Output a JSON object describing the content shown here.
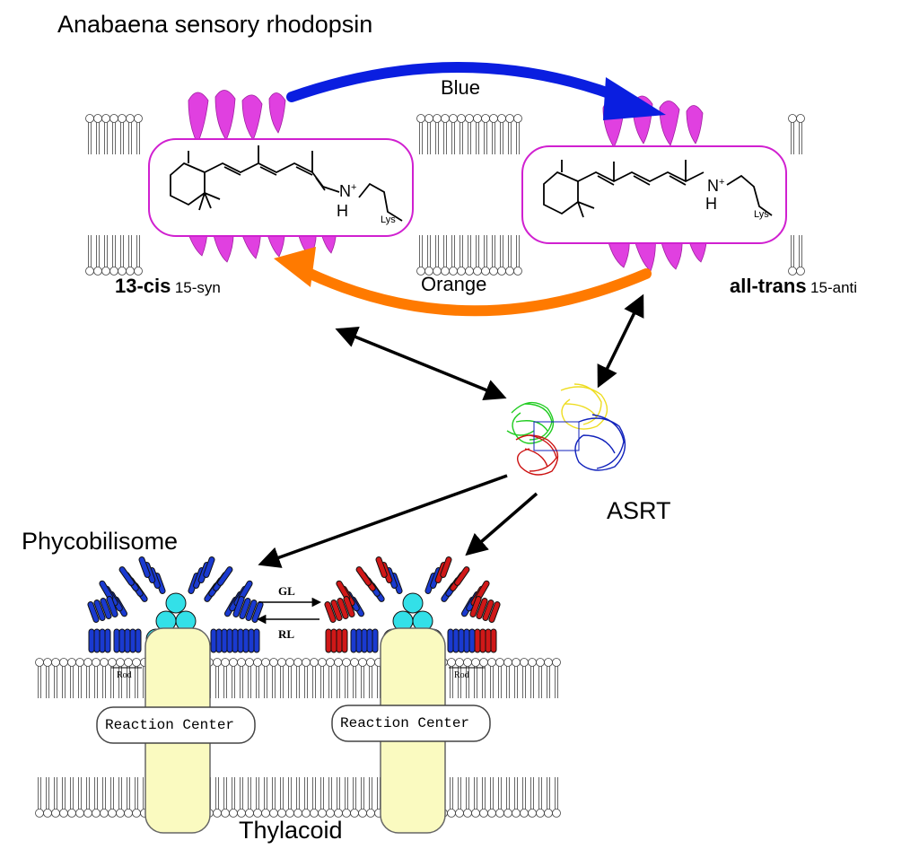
{
  "title": "Anabaena sensory rhodopsin",
  "light_blue": "Blue",
  "light_orange": "Orange",
  "state_left": {
    "name": "13-cis",
    "detail": "15-syn"
  },
  "state_right": {
    "name": "all-trans",
    "detail": "15-anti"
  },
  "chem": {
    "lys": "Lys",
    "n": "N",
    "plus": "+",
    "h": "H"
  },
  "transducer": "ASRT",
  "phycobilisome": "Phycobilisome",
  "transition_forward": "GL",
  "transition_back": "RL",
  "reaction_center": "Reaction Center",
  "rod": "Rod",
  "membrane_bottom": "Thylacoid",
  "colors": {
    "blue_arrow": "#0a1ee0",
    "orange_arrow": "#ff7a00",
    "helix": "#e040e0",
    "box_border": "#d020d0",
    "rod_blue": "#1a3ad0",
    "rod_red": "#d01818",
    "core_cyan": "#33e0e8",
    "reaction_center_fill": "#fafac0",
    "asrt_green": "#22cc22",
    "asrt_red": "#cc1111",
    "asrt_yellow": "#eedd22",
    "asrt_blue": "#1122bb"
  }
}
